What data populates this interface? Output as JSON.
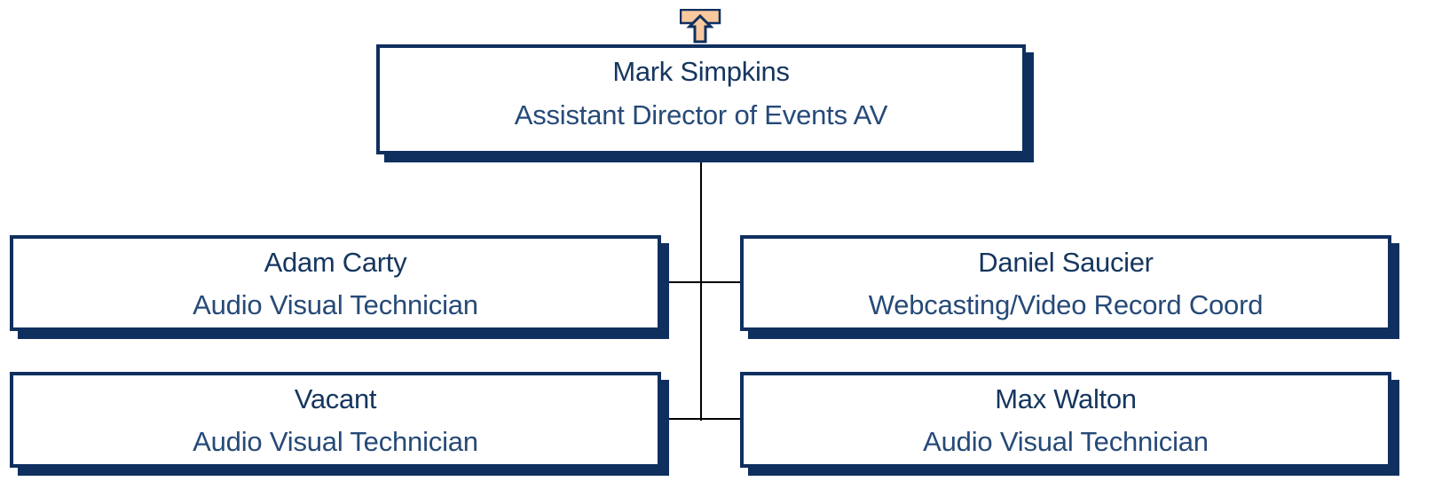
{
  "colors": {
    "box_border": "#0f2f5f",
    "text": "#15365f",
    "connector": "#000000",
    "up_arrow_fill": "#f9c99d"
  },
  "icons": {
    "up_arrow": "up-arrow-icon"
  },
  "manager": {
    "name": "Mark Simpkins",
    "title": "Assistant Director of Events AV"
  },
  "reports": [
    {
      "name": "Adam Carty",
      "title": "Audio Visual Technician"
    },
    {
      "name": "Daniel Saucier",
      "title": "Webcasting/Video Record Coord"
    },
    {
      "name": "Vacant",
      "title": "Audio Visual Technician"
    },
    {
      "name": "Max Walton",
      "title": "Audio Visual Technician"
    }
  ]
}
